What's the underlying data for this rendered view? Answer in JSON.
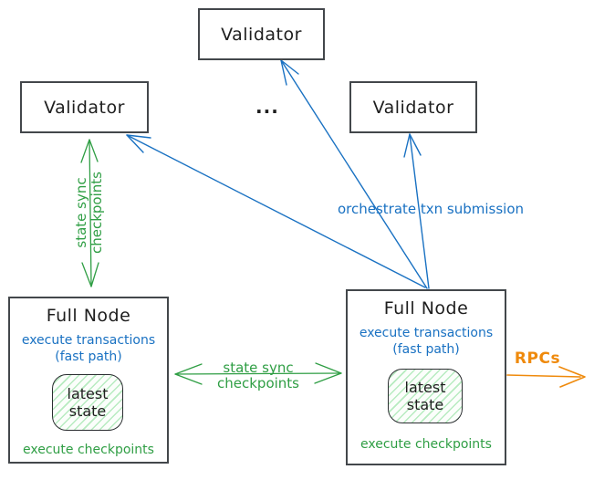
{
  "diagram": {
    "validators": {
      "top": {
        "label": "Validator"
      },
      "left": {
        "label": "Validator"
      },
      "right": {
        "label": "Validator"
      },
      "ellipsis": "..."
    },
    "full_node_left": {
      "title": "Full Node",
      "exec_line1": "execute transactions",
      "exec_line2": "(fast path)",
      "state_line1": "latest",
      "state_line2": "state",
      "footer": "execute checkpoints"
    },
    "full_node_right": {
      "title": "Full Node",
      "exec_line1": "execute transactions",
      "exec_line2": "(fast path)",
      "state_line1": "latest",
      "state_line2": "state",
      "footer": "execute checkpoints"
    },
    "edge_labels": {
      "state_sync_vertical": {
        "line1": "state sync",
        "line2": "checkpoints"
      },
      "state_sync_horizontal": {
        "line1": "state sync",
        "line2": "checkpoints"
      },
      "orchestrate": {
        "label": "orchestrate txn submission"
      },
      "rpcs": {
        "label": "RPCs"
      }
    },
    "colors": {
      "blue": "#1971c2",
      "green": "#2f9e44",
      "orange": "#ef8a0c",
      "ink": "#1e1e1e",
      "box_border": "#43474b",
      "hatch_green": "#b7ebc0"
    }
  }
}
